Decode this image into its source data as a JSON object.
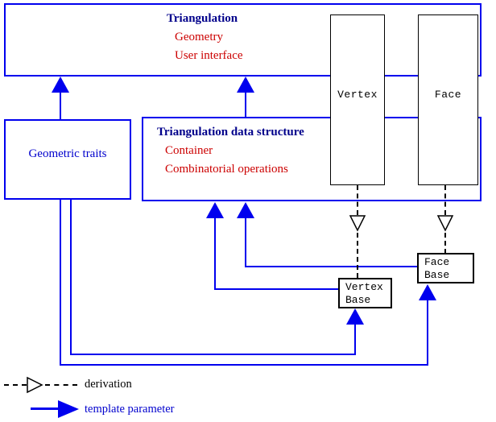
{
  "colors": {
    "box_and_arrow_blue": "#0000ee",
    "title_navy": "#00008b",
    "detail_red": "#cc0000",
    "label_blue": "#0000cd",
    "derivation_black": "#000000"
  },
  "triangulation_box": {
    "title": "Triangulation",
    "items": [
      "Geometry",
      "User interface"
    ]
  },
  "vertex_box": {
    "label": "Vertex"
  },
  "face_box": {
    "label": "Face"
  },
  "geometric_traits_box": {
    "label": "Geometric traits"
  },
  "tds_box": {
    "title": "Triangulation data structure",
    "items": [
      "Container",
      "Combinatorial operations"
    ]
  },
  "vertex_base_box": {
    "lines": [
      "Vertex",
      "Base"
    ]
  },
  "face_base_box": {
    "lines": [
      "Face",
      "Base"
    ]
  },
  "legend": {
    "derivation": "derivation",
    "template_parameter": "template parameter"
  }
}
